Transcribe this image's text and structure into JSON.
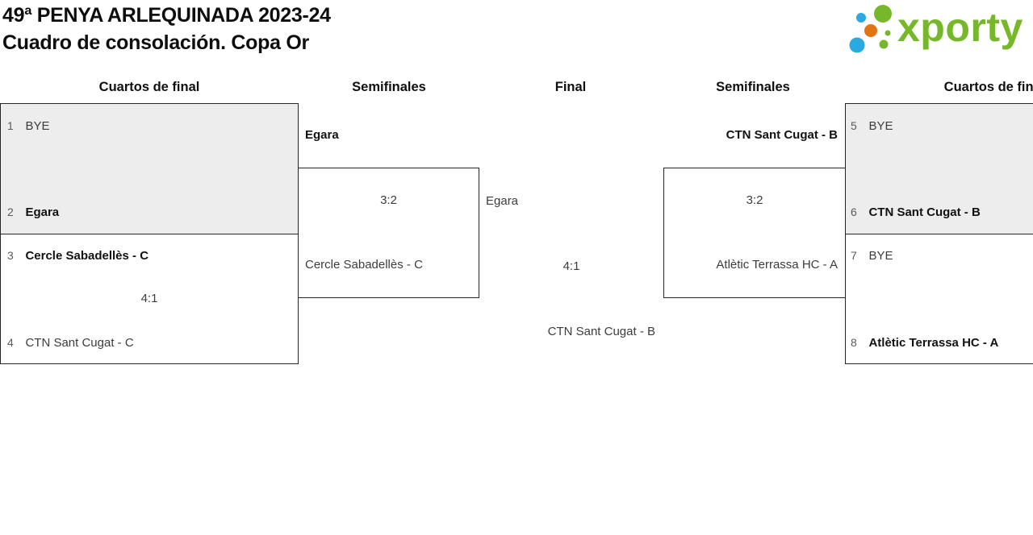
{
  "title": {
    "line1": "49ª PENYA ARLEQUINADA 2023-24",
    "line2": "Cuadro de consolación. Copa Or"
  },
  "logo": {
    "text": "xporty",
    "colors": {
      "green": "#77b82a",
      "blue": "#2ba9e1",
      "orange": "#e47312"
    }
  },
  "round_headers": {
    "qf_left": "Cuartos de final",
    "sf_left": "Semifinales",
    "final": "Final",
    "sf_right": "Semifinales",
    "qf_right": "Cuartos de final"
  },
  "matches": {
    "qf1": {
      "seed_top": "1",
      "team_top": "BYE",
      "seed_bottom": "2",
      "team_bottom": "Egara",
      "winner": "bottom"
    },
    "qf2": {
      "seed_top": "3",
      "team_top": "Cercle Sabadellès - C",
      "score": "4:1",
      "seed_bottom": "4",
      "team_bottom": "CTN Sant Cugat - C",
      "winner": "top"
    },
    "qf3": {
      "seed_top": "5",
      "team_top": "BYE",
      "seed_bottom": "6",
      "team_bottom": "CTN Sant Cugat - B",
      "winner": "bottom"
    },
    "qf4": {
      "seed_top": "7",
      "team_top": "BYE",
      "seed_bottom": "8",
      "team_bottom": "Atlètic Terrassa HC - A",
      "winner": "bottom"
    },
    "sf_left": {
      "team_top": "Egara",
      "score": "3:2",
      "team_bottom": "Cercle Sabadellès - C",
      "winner": "top"
    },
    "sf_right": {
      "team_top": "CTN Sant Cugat - B",
      "score": "3:2",
      "team_bottom": "Atlètic Terrassa HC - A",
      "winner": "top"
    },
    "final": {
      "team_top": "Egara",
      "score": "4:1",
      "team_bottom": "CTN Sant Cugat - B",
      "winner": null
    }
  },
  "colors": {
    "bye_box_bg": "#ededed",
    "box_border": "#262626",
    "seed_text": "#5a5a5a",
    "team_text": "#3c3c3c",
    "winner_text": "#121212"
  }
}
